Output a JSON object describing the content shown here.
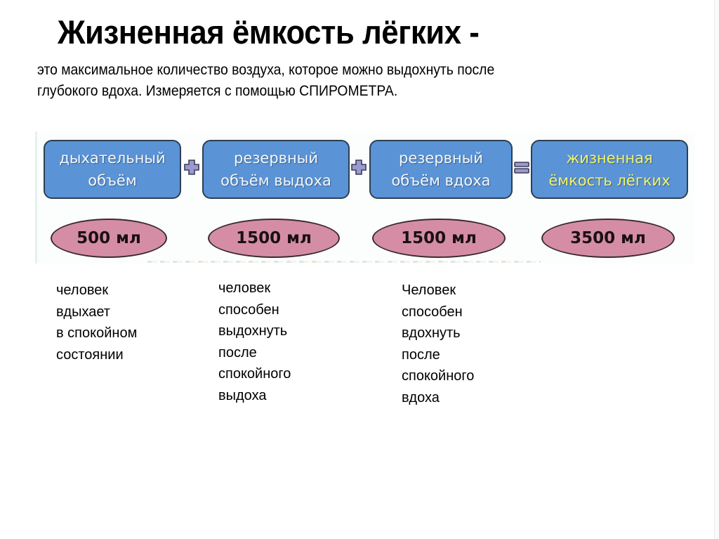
{
  "slide": {
    "title": "Жизненная ёмкость лёгких -",
    "definition_lines": [
      "это максимальное количество воздуха, которое можно выдохнуть после",
      "глубокого вдоха. Измеряется с помощью СПИРОМЕТРА."
    ]
  },
  "diagram": {
    "boxes": [
      {
        "lines": [
          "дыхательный",
          "объём"
        ],
        "value": "500 мл"
      },
      {
        "lines": [
          "резервный",
          "объём выдоха"
        ],
        "value": "1500 мл"
      },
      {
        "lines": [
          "резервный",
          "объём вдоха"
        ],
        "value": "1500 мл"
      },
      {
        "lines": [
          "жизненная",
          "ёмкость лёгких"
        ],
        "value": "3500 мл"
      }
    ],
    "operators": [
      "plus-icon",
      "plus-icon",
      "equals-icon"
    ],
    "colors": {
      "box_fill": "#5a93d6",
      "box_text": "#f4f7fb",
      "result_text": "#f1f36a",
      "ellipse_fill": "#d58da6",
      "operator_fill": "#9a9ad0"
    }
  },
  "descriptions": [
    {
      "lines": [
        "человек",
        "вдыхает",
        "в спокойном",
        "состоянии"
      ]
    },
    {
      "lines": [
        "человек",
        "способен",
        "выдохнуть",
        "после",
        "спокойного",
        "выдоха"
      ]
    },
    {
      "lines": [
        "Человек",
        "способен",
        "вдохнуть",
        "после",
        "спокойного",
        "вдоха"
      ]
    }
  ]
}
